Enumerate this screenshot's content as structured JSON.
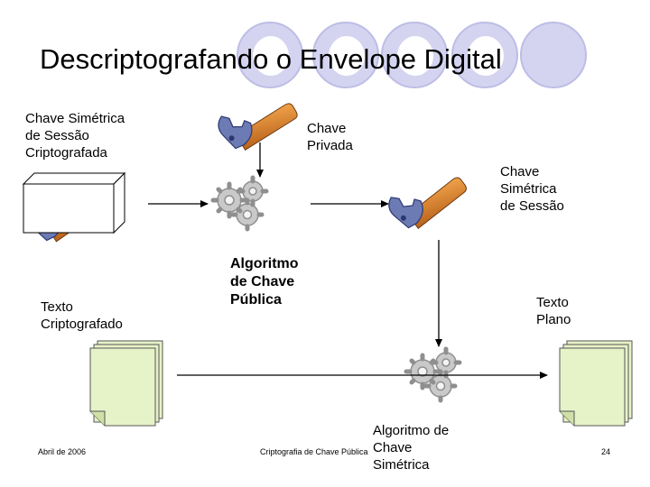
{
  "slide": {
    "title": "Descriptografando o Envelope Digital",
    "accent_color": "#d4d4f0",
    "page_fill": "#e6f2c8"
  },
  "labels": {
    "encrypted_session_key": [
      "Chave Simétrica",
      "de Sessão",
      "Criptografada"
    ],
    "private_key": [
      "Chave",
      "Privada"
    ],
    "session_key": [
      "Chave",
      "Simétrica",
      "de Sessão"
    ],
    "public_key_algorithm": [
      "Algoritmo",
      "de Chave",
      "Pública"
    ],
    "ciphertext": [
      "Texto",
      "Criptografado"
    ],
    "plaintext": [
      "Texto",
      "Plano"
    ],
    "symmetric_algorithm": [
      "Algoritmo de",
      "Chave",
      "Simétrica"
    ]
  },
  "footer": {
    "date": "Abril de 2006",
    "subject": "Criptografia de Chave Pública",
    "page_number": "24"
  },
  "icons": {
    "wrench": "wrench-icon",
    "gears": "gears-icon",
    "documents": "document-stack-icon",
    "envelope_box": "key-box-icon"
  }
}
